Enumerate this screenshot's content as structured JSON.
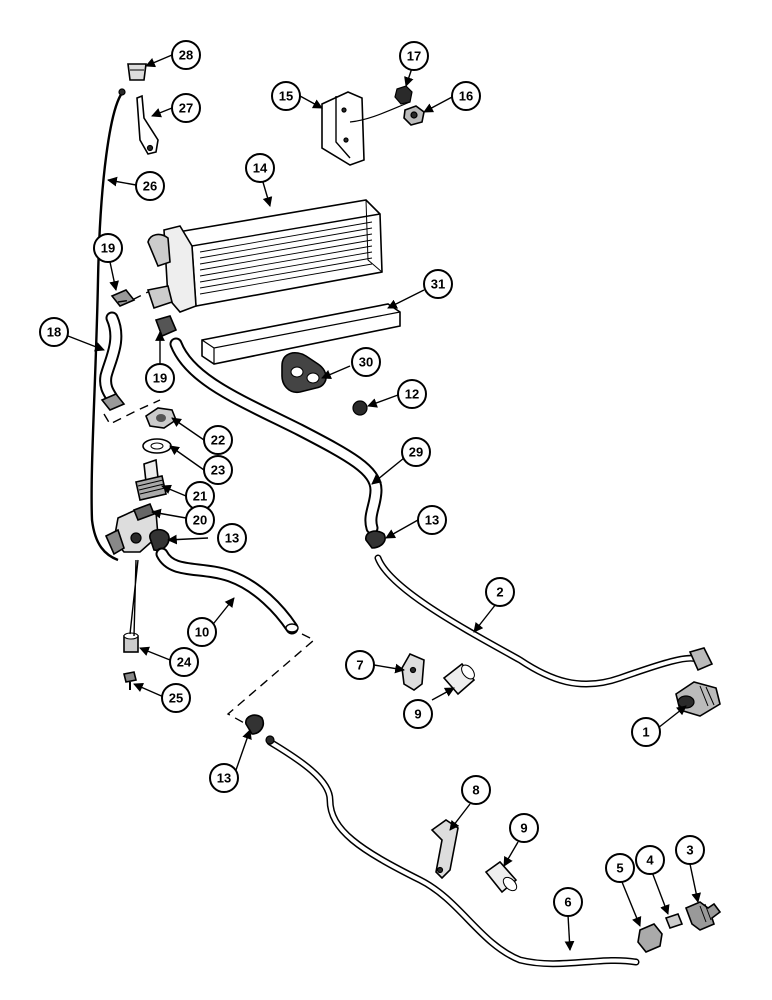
{
  "callouts": [
    {
      "id": "c28",
      "label": "28"
    },
    {
      "id": "c27",
      "label": "27"
    },
    {
      "id": "c26",
      "label": "26"
    },
    {
      "id": "c15",
      "label": "15"
    },
    {
      "id": "c17",
      "label": "17"
    },
    {
      "id": "c16",
      "label": "16"
    },
    {
      "id": "c14",
      "label": "14"
    },
    {
      "id": "c19a",
      "label": "19"
    },
    {
      "id": "c19b",
      "label": "19"
    },
    {
      "id": "c18",
      "label": "18"
    },
    {
      "id": "c31",
      "label": "31"
    },
    {
      "id": "c30",
      "label": "30"
    },
    {
      "id": "c12",
      "label": "12"
    },
    {
      "id": "c22",
      "label": "22"
    },
    {
      "id": "c23",
      "label": "23"
    },
    {
      "id": "c21",
      "label": "21"
    },
    {
      "id": "c20",
      "label": "20"
    },
    {
      "id": "c13a",
      "label": "13"
    },
    {
      "id": "c29",
      "label": "29"
    },
    {
      "id": "c13b",
      "label": "13"
    },
    {
      "id": "c10",
      "label": "10"
    },
    {
      "id": "c2",
      "label": "2"
    },
    {
      "id": "c24",
      "label": "24"
    },
    {
      "id": "c25",
      "label": "25"
    },
    {
      "id": "c7",
      "label": "7"
    },
    {
      "id": "c9a",
      "label": "9"
    },
    {
      "id": "c1",
      "label": "1"
    },
    {
      "id": "c13c",
      "label": "13"
    },
    {
      "id": "c8",
      "label": "8"
    },
    {
      "id": "c9b",
      "label": "9"
    },
    {
      "id": "c3",
      "label": "3"
    },
    {
      "id": "c4",
      "label": "4"
    },
    {
      "id": "c5",
      "label": "5"
    },
    {
      "id": "c6",
      "label": "6"
    }
  ]
}
